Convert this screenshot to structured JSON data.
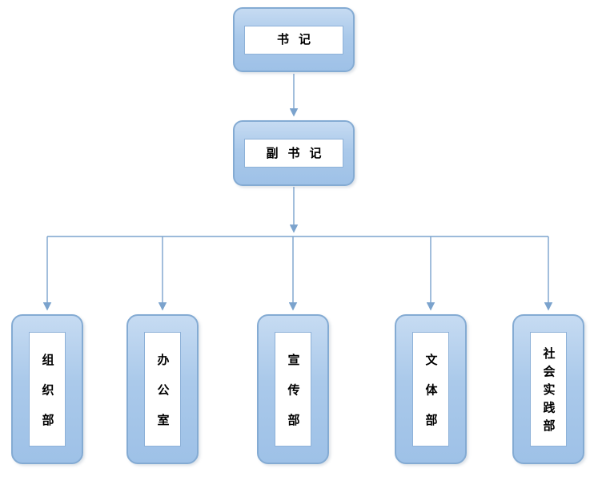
{
  "diagram": {
    "type": "org-chart",
    "nodes": {
      "secretary": {
        "label": "书记"
      },
      "deputy_secretary": {
        "label": "副书记"
      },
      "departments": [
        {
          "id": "organization-dept",
          "label": "组织部"
        },
        {
          "id": "office",
          "label": "办公室"
        },
        {
          "id": "publicity-dept",
          "label": "宣传部"
        },
        {
          "id": "culture-sports-dept",
          "label": "文体部"
        },
        {
          "id": "social-practice-dept",
          "label": "社会实践部"
        }
      ]
    },
    "edges": [
      {
        "from": "书记",
        "to": "副书记"
      },
      {
        "from": "副书记",
        "to": "组织部"
      },
      {
        "from": "副书记",
        "to": "办公室"
      },
      {
        "from": "副书记",
        "to": "宣传部"
      },
      {
        "from": "副书记",
        "to": "文体部"
      },
      {
        "from": "副书记",
        "to": "社会实践部"
      }
    ],
    "colors": {
      "node_fill_top": "#c6dbf2",
      "node_fill_bottom": "#9ec1e7",
      "node_border": "#84abd3",
      "inner_box_fill": "#ffffff",
      "inner_box_border": "#8db1d8",
      "connector": "#7ba3cd",
      "text": "#000000",
      "background": "#ffffff"
    }
  }
}
